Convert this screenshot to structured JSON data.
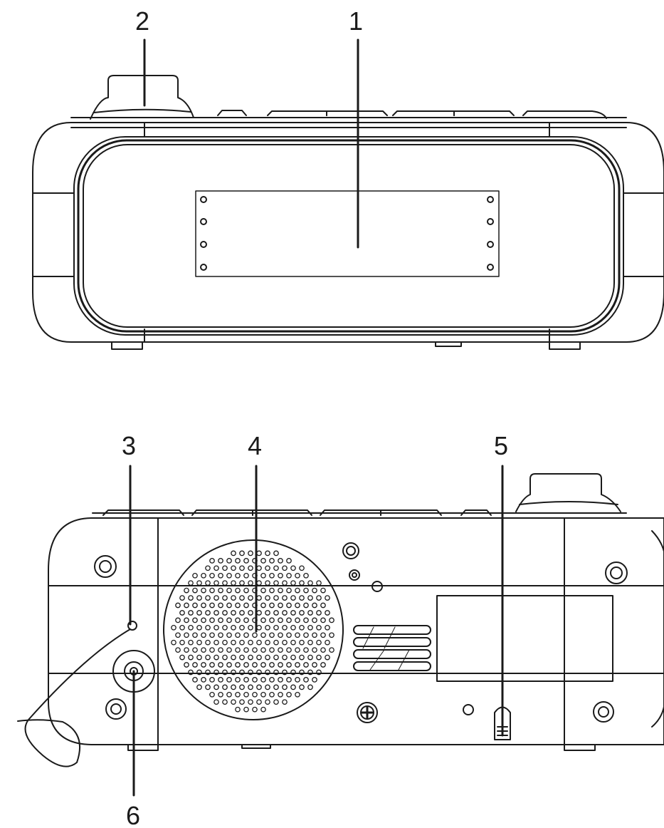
{
  "callouts": {
    "c1": "1",
    "c2": "2",
    "c3": "3",
    "c4": "4",
    "c5": "5",
    "c6": "6"
  },
  "colors": {
    "line": "#1a1a1a",
    "background": "#ffffff"
  },
  "parts": {
    "front_view": [
      "display-window",
      "snooze-knob",
      "top-buttons",
      "feet"
    ],
    "rear_view": [
      "wire-antenna",
      "speaker-grille",
      "cable-clip",
      "dc-jack",
      "vent-slots",
      "screws",
      "label-plate"
    ]
  }
}
